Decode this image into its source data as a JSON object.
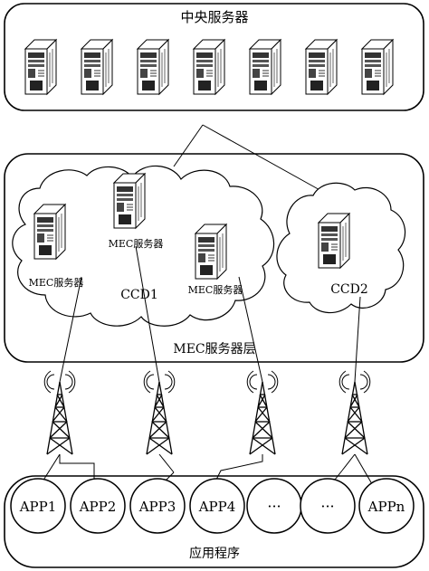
{
  "central": {
    "title": "中央服务器"
  },
  "mec_layer": {
    "title": "MEC服务器层",
    "server_label": "MEC服务器",
    "ccd1": "CCD1",
    "ccd2": "CCD2"
  },
  "app_layer": {
    "title": "应用程序",
    "apps": [
      "APP1",
      "APP2",
      "APP3",
      "APP4",
      "···",
      "···",
      "APPn"
    ]
  }
}
